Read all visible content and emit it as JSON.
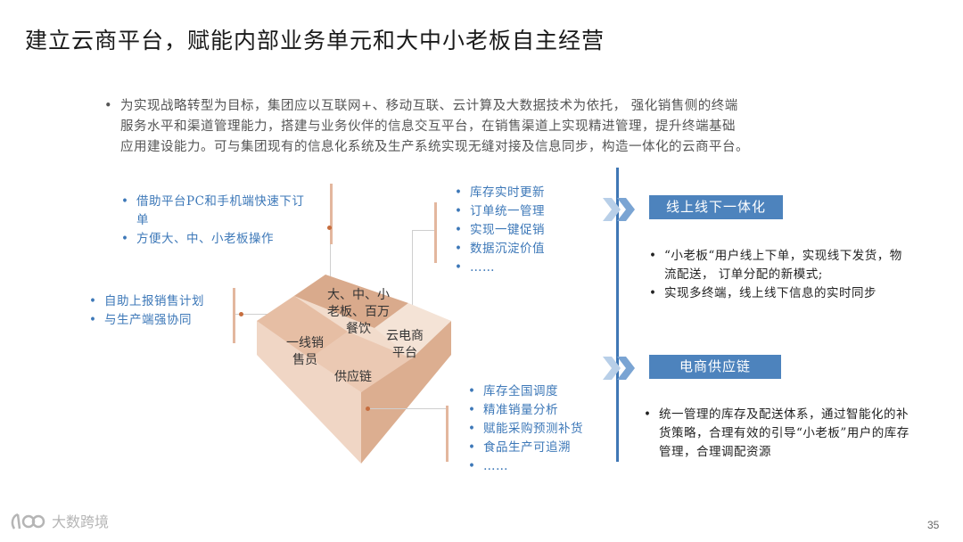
{
  "title": "建立云商平台，赋能内部业务单元和大中小老板自主经营",
  "intro": {
    "bullet": "•",
    "line1": "为实现战略转型为目标，集团应以互联网+、移动互联、云计算及大数据技术为依托，  强化销售侧的终端",
    "line2": "服务水平和渠道管理能力，搭建与业务伙伴的信息交互平台，在销售渠道上实现精进管理，提升终端基础",
    "line3": "应用建设能力。可与集团现有的信息化系统及生产系统实现无缝对接及信息同步，构造一体化的云商平台。"
  },
  "left_top": [
    "借助平台PC和手机端快速下订单",
    "方便大、中、小老板操作"
  ],
  "left_mid": [
    "自助上报销售计划",
    "与生产端强协同"
  ],
  "center_top": [
    "库存实时更新",
    "订单统一管理",
    "实现一键促销",
    "数据沉淀价值",
    "……"
  ],
  "center_bottom": [
    "库存全国调度",
    "精准销量分析",
    "赋能采购预测补货",
    "食品生产可追溯",
    "……"
  ],
  "pyramid": {
    "top_label_1": "大、中、小",
    "top_label_2": "老板、百万",
    "top_label_3": "餐饮",
    "left_label_1": "一线销",
    "left_label_2": "售员",
    "right_label_1": "云电商",
    "right_label_2": "平台",
    "bottom_label": "供应链"
  },
  "right_top": {
    "tag": "线上线下一体化",
    "items": [
      "“小老板“用户线上下单，实现线下发货，物流配送， 订单分配的新模式;",
      "实现多终端，线上线下信息的实时同步"
    ]
  },
  "right_bottom": {
    "tag": "电商供应链",
    "items": [
      "统一管理的库存及配送体系，通过智能化的补货策略，合理有效的引导“小老板”用户的库存管理，合理调配资源"
    ]
  },
  "footer": {
    "logo_text": "大数跨境",
    "page": "35"
  },
  "colors": {
    "accent_blue": "#3f77b5",
    "pyramid_peach": "#e8c4aa",
    "text_blue": "#3d78b8"
  }
}
